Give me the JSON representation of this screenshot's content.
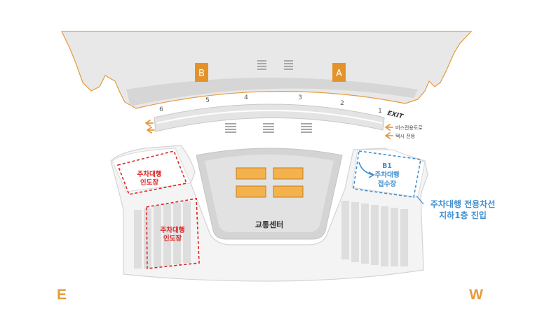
{
  "colors": {
    "terminal_roof": "#e8e8e8",
    "terminal_stroke": "#e69a3c",
    "gate_badge": "#e3932a",
    "valet_red": "#e02424",
    "valet_blue": "#3f8fd1",
    "compass_orange": "#e69a3c",
    "structure_gray": "#dddddd",
    "curb_arrow": "#e69a3c"
  },
  "terminal": {
    "gate_b": "B",
    "gate_a": "A",
    "lane_numbers": [
      "6",
      "5",
      "4",
      "3",
      "2",
      "1"
    ],
    "exit_label": "EXIT",
    "bus_only": "버스전용도로",
    "taxi_only": "택시 전용"
  },
  "parking": {
    "valet_dropoff_upper": [
      "주차대행",
      "인도장"
    ],
    "valet_dropoff_lower": [
      "주차대행",
      "인도장"
    ],
    "valet_reception_level": "B1",
    "valet_reception": [
      "주차대행",
      "접수장"
    ]
  },
  "transport_center": {
    "label": "교통센터"
  },
  "notice": {
    "lines": [
      "주차대행 전용차선",
      "지하1층 진입"
    ]
  },
  "compass": {
    "east": "E",
    "west": "W"
  }
}
